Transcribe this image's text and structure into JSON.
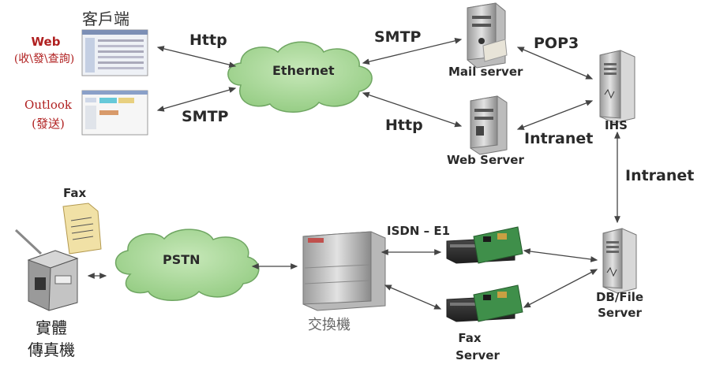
{
  "client": {
    "title": "客戶端",
    "web_label": "Web",
    "web_sub": "(收\\發\\查詢)",
    "outlook_label": "Outlook",
    "outlook_sub": "(發送)"
  },
  "network": {
    "ethernet": "Ethernet",
    "pstn": "PSTN"
  },
  "links": {
    "web_http": "Http",
    "outlook_smtp": "SMTP",
    "mail_smtp": "SMTP",
    "webserver_http": "Http",
    "pop3": "POP3",
    "intranet_web": "Intranet",
    "intranet_db": "Intranet",
    "isdn": "ISDN – E1"
  },
  "servers": {
    "mail": "Mail server",
    "web": "Web Server",
    "ihs": "IHS",
    "db_line1": "DB/File",
    "db_line2": "Server",
    "fax_line1": "Fax",
    "fax_line2": "Server"
  },
  "fax": {
    "doc_label": "Fax",
    "machine_line1": "實體",
    "machine_line2": "傳真機",
    "switch_label": "交換機"
  },
  "colors": {
    "cloud": "#a9d79a",
    "cloud_edge": "#6fa662",
    "label_red": "#b02020",
    "arrow": "#444444",
    "server_body": "#cfcfcf"
  }
}
